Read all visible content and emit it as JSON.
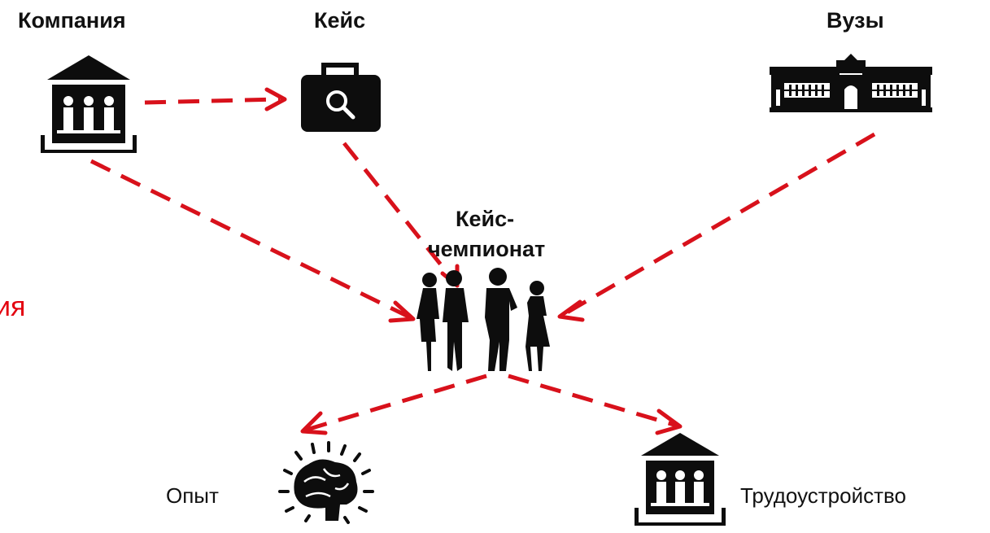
{
  "labels": {
    "company": "Компания",
    "case": "Кейс",
    "universities": "Вузы",
    "championship_line1": "Кейс-",
    "championship_line2": "чемпионат",
    "experience": "Опыт",
    "employment": "Трудоустройство",
    "cut_fragment": "ия"
  },
  "icons": {
    "company": "bank-building-icon",
    "case": "briefcase-magnifier-icon",
    "universities": "university-building-icon",
    "championship": "people-group-icon",
    "experience": "brain-icon",
    "employment": "bank-building-icon"
  },
  "colors": {
    "arrow": "#d8111b",
    "icon": "#0d0d0d",
    "cut_fragment": "#e3000f"
  },
  "edges": [
    {
      "from": "company",
      "to": "case"
    },
    {
      "from": "company",
      "to": "championship"
    },
    {
      "from": "case",
      "to": "championship"
    },
    {
      "from": "universities",
      "to": "championship"
    },
    {
      "from": "championship",
      "to": "experience"
    },
    {
      "from": "championship",
      "to": "employment"
    }
  ]
}
